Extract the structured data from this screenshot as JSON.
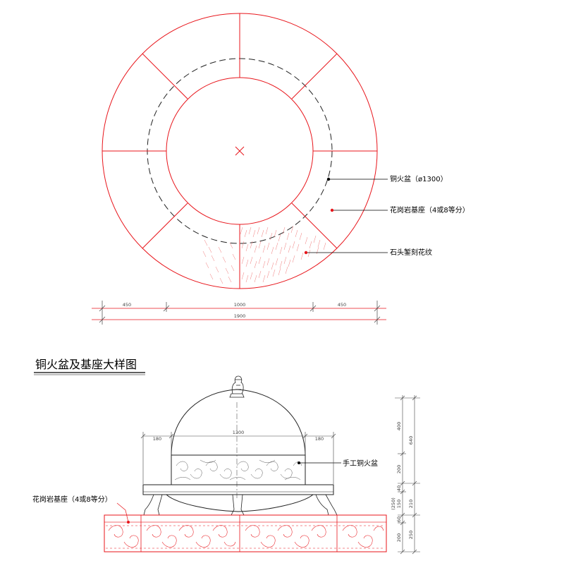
{
  "title": "铜火盆及基座大样图",
  "plan_labels": {
    "bowl": "铜火盆（ø1300）",
    "base": "花岗岩基座（4或8等分）",
    "carving": "石头錾刻花纹"
  },
  "plan_dims": {
    "left": "450",
    "middle": "1000",
    "right": "450",
    "total": "1900"
  },
  "elevation_labels": {
    "bowl": "手工铜火盆",
    "base": "花岗岩基座（4或8等分）"
  },
  "elevation_dims": {
    "bowl_width": "1300",
    "left_overhang": "180",
    "right_overhang": "180"
  },
  "vertical_dims": {
    "dome": "400",
    "band": "200",
    "rim": "40",
    "legs": "150",
    "legs_total": "210",
    "legs_alt": "(250)",
    "upper_total": "640",
    "plinth_top": "60",
    "plinth": "200",
    "plinth_total": "250"
  },
  "colors": {
    "base_line": "#e8151b",
    "bronze_line": "#222222"
  }
}
